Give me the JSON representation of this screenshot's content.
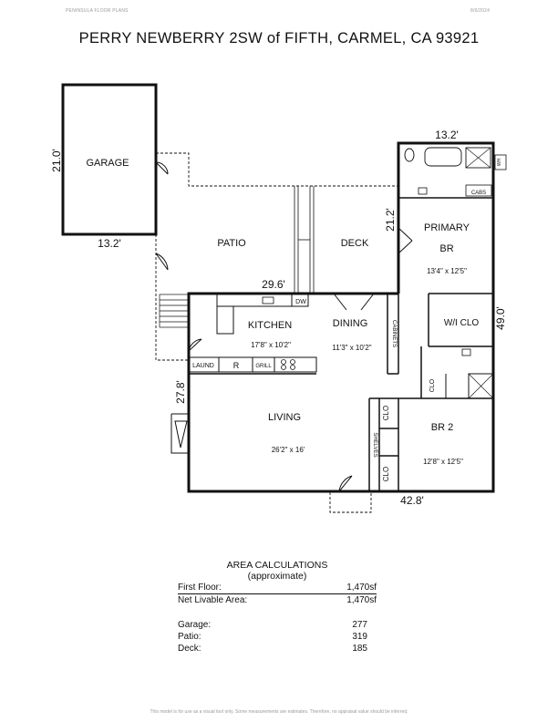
{
  "header": {
    "left": "PENINSULA FLOOR PLANS",
    "right": "8/6/2024"
  },
  "title": "PERRY NEWBERRY 2SW of FIFTH, CARMEL, CA  93921",
  "plan": {
    "garage": {
      "label": "GARAGE",
      "dim_side": "21.0'",
      "dim_bottom": "13.2'"
    },
    "patio": "PATIO",
    "deck": "DECK",
    "patio_dim": "29.6'",
    "primary": {
      "name1": "PRIMARY",
      "name2": "BR",
      "size": "13'4\" x 12'5\""
    },
    "primary_dim_top": "13.2'",
    "primary_dim_side": "21.2'",
    "wi_clo": "W/I CLO",
    "right_dim": "49.0'",
    "kitchen": {
      "name": "KITCHEN",
      "size": "17'8\" x 10'2\""
    },
    "dining": {
      "name": "DINING",
      "size": "11'3\" x 10'2\""
    },
    "living": {
      "name": "LIVING",
      "size": "26'2\" x 16'"
    },
    "br2": {
      "name": "BR 2",
      "size": "12'8\" x 12'5\""
    },
    "laund": "LAUND",
    "r": "R",
    "grill": "GRILL",
    "dw": "DW",
    "cabinets": "CABINETS",
    "shelves": "SHELVES",
    "clo": "CLO",
    "cabs": "CABS",
    "wh": "WH",
    "left_dim": "27.8'",
    "bottom_dim": "42.8'"
  },
  "area": {
    "title": "AREA CALCULATIONS",
    "subtitle": "(approximate)",
    "rows1": [
      {
        "label": "First  Floor:",
        "value": "1,470sf"
      },
      {
        "label": "Net Livable Area:",
        "value": "1,470sf"
      }
    ],
    "rows2": [
      {
        "label": "Garage:",
        "value": "277"
      },
      {
        "label": "Patio:",
        "value": "319"
      },
      {
        "label": "Deck:",
        "value": "185"
      }
    ]
  },
  "footer": "This model is for use as a visual tool only. Some measurements are estimates. Therefore, no appraisal value should be inferred."
}
